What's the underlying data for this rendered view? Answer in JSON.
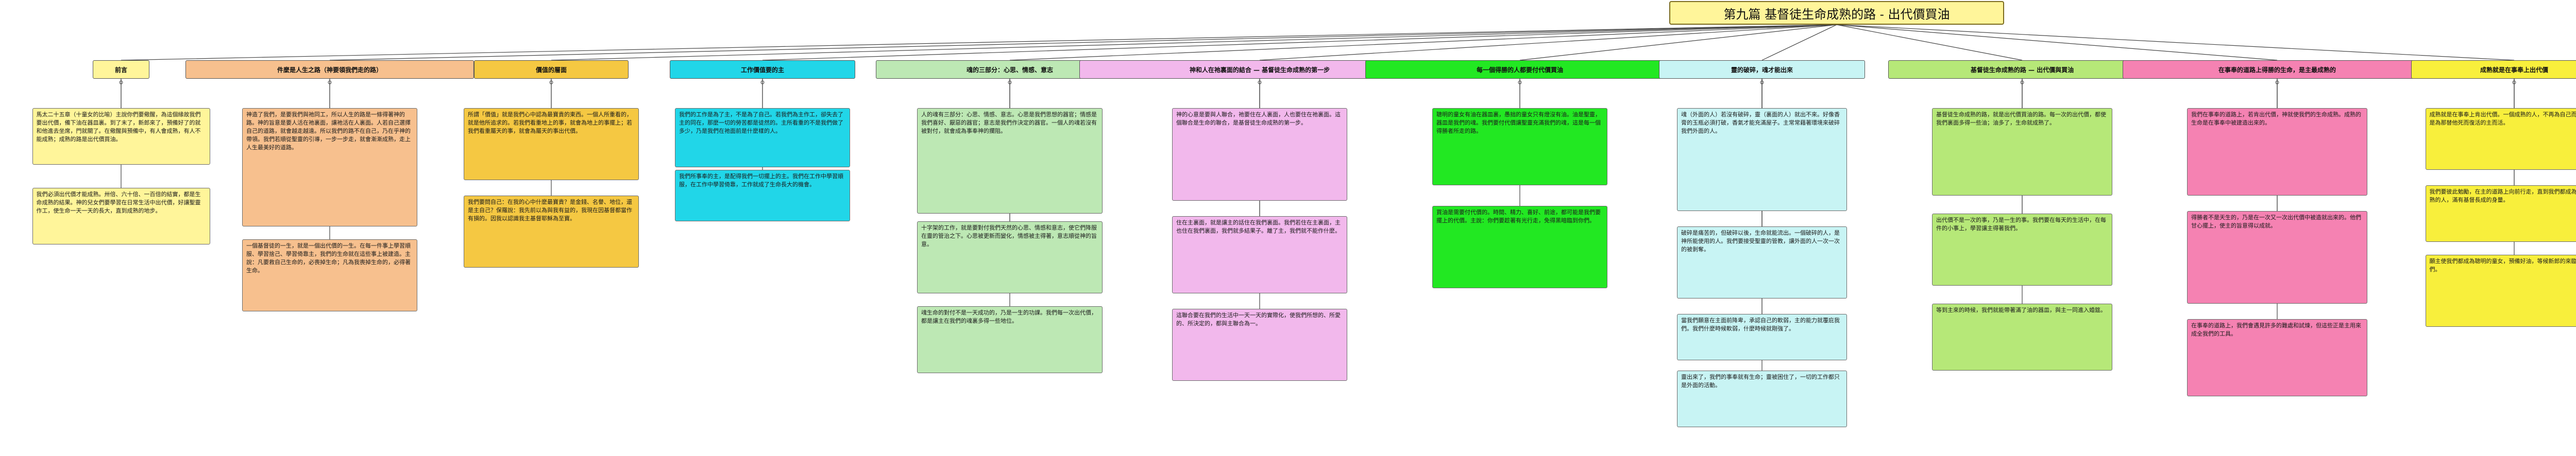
{
  "root": {
    "title": "第九篇 基督徒生命成熟的路 - 出代價買油",
    "fill": "#fff59a"
  },
  "branches": [
    {
      "id": "b1",
      "title": "前言",
      "fill": "#fff59a",
      "notes": [
        {
          "fill": "#fff59a",
          "text": "馬太二十五章（十童女的比喻）主說你們要儆醒，為這個緣故我們要出代價，備下油在器皿裏。到了末了，新郎來了，預備好了的就和他進去坐席，門就關了。在儆醒與預備中，有人會成熟，有人不能成熟；成熟的路是出代價買油。"
        },
        {
          "fill": "#fff59a",
          "text": "我們必須出代價才能成熟。卅倍、六十倍、一百倍的結實，都是生命成熟的結果。神的兒女們要學習在日常生活中出代價，好讓聖靈作工，使生命一天一天的長大，直到成熟的地步。"
        }
      ]
    },
    {
      "id": "b2",
      "title": "件麼是人生之路（神要領我們走的路）",
      "fill": "#f7c08e",
      "notes": [
        {
          "fill": "#f7c08e",
          "text": "神造了我們，是要我們與祂同工，所以人生的路是一條得著神的路。神的旨意是要人活在祂裏面，讓祂活在人裏面。人若自己選擇自己的道路，就會越走越遠。所以我們的路不在自己，乃在乎神的帶領。我們若順從聖靈的引導，一步一步走，就會漸漸成熟，走上人生最美好的道路。"
        },
        {
          "fill": "#f7c08e",
          "text": "一個基督徒的一生，就是一個出代價的一生。在每一件事上學習順服、學習捨己、學習倚靠主，我們的生命就在這些事上被建造。主說：凡要救自己生命的，必喪掉生命；凡為我喪掉生命的，必得著生命。"
        }
      ]
    },
    {
      "id": "b3",
      "title": "價值的層面",
      "fill": "#f5c842",
      "notes": [
        {
          "fill": "#f5c842",
          "text": "所謂「價值」就是我們心中認為最寶貴的東西。一個人所重看的，就是他所追求的。若我們看重地上的事，就會為地上的事擺上；若我們看重屬天的事，就會為屬天的事出代價。"
        },
        {
          "fill": "#f5c842",
          "text": "我們要問自己：在我的心中什麼最寶貴？是金錢、名譽、地位，還是主自己？保羅說：我先前以為與我有益的，我現在因基督都當作有損的。因我以認識我主基督耶穌為至寶。"
        }
      ]
    },
    {
      "id": "b4",
      "title": "工作價值要的主",
      "fill": "#21d6e8",
      "notes": [
        {
          "fill": "#21d6e8",
          "text": "我們的工作是為了主，不是為了自己。若我們為主作工，卻失去了主的同在，那麼一切的勞苦都是徒然的。主所看重的不是我們做了多少，乃是我們在祂面前是什麼樣的人。"
        },
        {
          "fill": "#21d6e8",
          "text": "我們所事奉的主，是配得我們一切擺上的主。我們在工作中學習順服，在工作中學習倚靠，工作就成了生命長大的機會。"
        }
      ]
    },
    {
      "id": "b5",
      "title": "魂的三部分：心思、情感、意志",
      "fill": "#bde8b4",
      "notes": [
        {
          "fill": "#bde8b4",
          "text": "人的魂有三部分：心思、情感、意志。心思是我們思想的器官；情感是我們喜好、厭惡的器官；意志是我們作決定的器官。一個人的魂若沒有被對付，就會成為事奉神的攔阻。"
        },
        {
          "fill": "#bde8b4",
          "text": "十字架的工作，就是要對付我們天然的心思、情感和意志，使它們降服在靈的管治之下。心思被更新而變化，情感被主得著，意志順從神的旨意。"
        },
        {
          "fill": "#bde8b4",
          "text": "魂生命的對付不是一天成功的，乃是一生的功課。我們每一次出代價，都是讓主在我們的魂裏多得一些地位。"
        }
      ]
    },
    {
      "id": "b6",
      "title": "神和人在祂裏面的結合 — 基督徒生命成熟的第一步",
      "fill": "#f2b8ec",
      "notes": [
        {
          "fill": "#f2b8ec",
          "text": "神的心意是要與人聯合，祂要住在人裏面，人也要住在祂裏面。這個聯合是生命的聯合，是基督徒生命成熟的第一步。"
        },
        {
          "fill": "#f2b8ec",
          "text": "住在主裏面，就是讓主的話住在我們裏面。我們若住在主裏面，主也住在我們裏面，我們就多結果子。離了主，我們就不能作什麼。"
        },
        {
          "fill": "#f2b8ec",
          "text": "這聯合要在我們的生活中一天一天的實際化，使我們所想的、所愛的、所決定的，都與主聯合為一。"
        }
      ]
    },
    {
      "id": "b7",
      "title": "每一個得勝的人都要付代價買油",
      "fill": "#22e822",
      "notes": [
        {
          "fill": "#22e822",
          "text": "聰明的童女有油在器皿裏，愚拙的童女只有燈沒有油。油是聖靈，器皿是我們的魂。我們要付代價讓聖靈充滿我們的魂，這是每一個得勝者所走的路。"
        },
        {
          "fill": "#22e822",
          "text": "買油是需要付代價的。時間、精力、喜好、前途，都可能是我們要擺上的代價。主說：你們要趁著有光行走，免得黑暗臨到你們。"
        }
      ]
    },
    {
      "id": "b8",
      "title": "靈的破碎，魂才能出來",
      "fill": "#c8f4f4",
      "notes": [
        {
          "fill": "#c8f4f4",
          "text": "魂（外面的人）若沒有破碎，靈（裏面的人）就出不來。好像香膏的玉瓶必須打破，香氣才能充滿屋子。主常常藉著環境來破碎我們外面的人。"
        },
        {
          "fill": "#c8f4f4",
          "text": "破碎是痛苦的，但破碎以後，生命就能流出。一個破碎的人，是神所能使用的人。我們要接受聖靈的管教，讓外面的人一次一次的被剝奪。"
        },
        {
          "fill": "#c8f4f4",
          "text": "當我們願意在主面前降卑，承認自己的軟弱，主的能力就覆庇我們。我們什麼時候軟弱，什麼時候就剛強了。"
        },
        {
          "fill": "#c8f4f4",
          "text": "靈出來了，我們的事奉就有生命；靈被困住了，一切的工作都只是外面的活動。"
        }
      ]
    },
    {
      "id": "b9",
      "title": "基督徒生命成熟的路 — 出代價與買油",
      "fill": "#b6e878",
      "notes": [
        {
          "fill": "#b6e878",
          "text": "基督徒生命成熟的路，就是出代價買油的路。每一次的出代價，都使我們裏面多得一些油；油多了，生命就成熟了。"
        },
        {
          "fill": "#b6e878",
          "text": "出代價不是一次的事，乃是一生的事。我們要在每天的生活中，在每件的小事上，學習讓主得著我們。"
        },
        {
          "fill": "#b6e878",
          "text": "等到主來的時候，我們就能帶著滿了油的器皿，與主一同進入婚筵。"
        }
      ]
    },
    {
      "id": "b10",
      "title": "在事奉的道路上得勝的生命，是主最成熟的",
      "fill": "#f582b2",
      "notes": [
        {
          "fill": "#f582b2",
          "text": "我們在事奉的道路上，若肯出代價，神就使我們的生命成熟。成熟的生命是在事奉中被建造出來的。"
        },
        {
          "fill": "#f582b2",
          "text": "得勝者不是天生的，乃是在一次又一次出代價中被造就出來的。他們甘心擺上，使主的旨意得以成就。"
        },
        {
          "fill": "#f582b2",
          "text": "在事奉的道路上，我們會遇見許多的難處和試煉，但這些正是主用來成全我們的工具。"
        }
      ]
    },
    {
      "id": "b11",
      "title": "成熟就是在事奉上出代價",
      "fill": "#f8ef3c",
      "notes": [
        {
          "fill": "#f8ef3c",
          "text": "成熟就是在事奉上肯出代價。一個成熟的人，不再為自己而活，乃是為那替他死而復活的主而活。"
        },
        {
          "fill": "#f8ef3c",
          "text": "我們要彼此勉勵，在主的道路上向前行走，直到我們都成為長大成熟的人，滿有基督長成的身量。"
        },
        {
          "fill": "#f8ef3c",
          "text": "願主使我們都成為聰明的童女，預備好油，等候新郎的來臨。阿們。"
        }
      ]
    }
  ]
}
